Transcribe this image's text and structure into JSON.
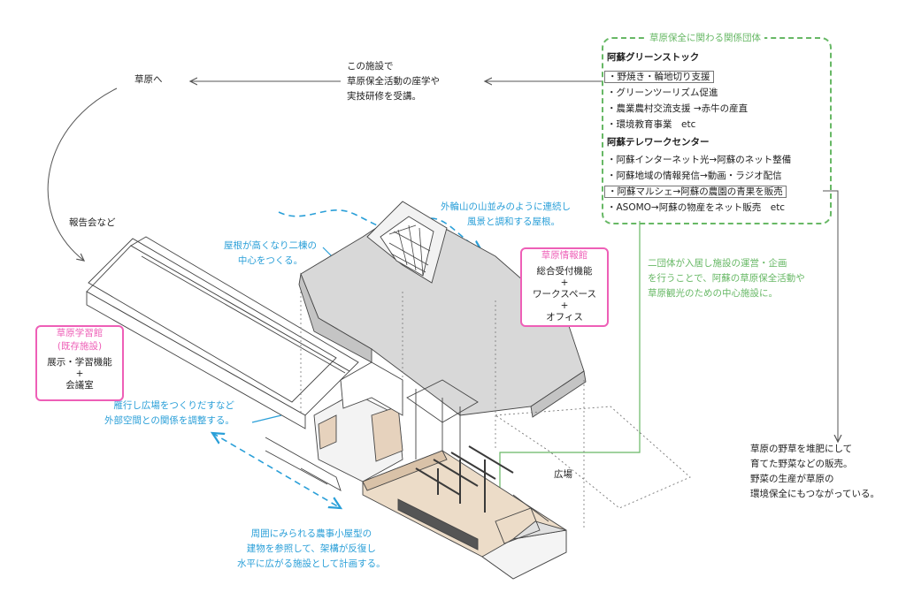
{
  "flow": {
    "to_grassland": "草原へ",
    "report": "報告会など",
    "lecture_lines": [
      "この施設で",
      "草原保全活動の座学や",
      "実技研修を受講。"
    ]
  },
  "organizations": {
    "title": "草原保全に関わる関係団体",
    "org1": {
      "name": "阿蘇グリーンストック",
      "items": [
        "・野焼き・輪地切り支援",
        "・グリーンツーリズム促進",
        "・農業農村交流支援 →赤牛の産直",
        "・環境教育事業　etc"
      ]
    },
    "org2": {
      "name": "阿蘇テレワークセンター",
      "items": [
        "・阿蘇インターネット光→阿蘇のネット整備",
        "・阿蘇地域の情報発信→動画・ラジオ配信",
        "・阿蘇マルシェ→阿蘇の農園の青果を販売",
        "・ASOMO→阿蘇の物産をネット販売　etc"
      ]
    }
  },
  "notes": {
    "roof_ridge": [
      "外輪山の山並みのように連続し",
      "風景と調和する屋根。"
    ],
    "roof_center": [
      "屋根が高くなり二棟の",
      "中心をつくる。"
    ],
    "plaza_relation": [
      "雁行し広場をつくりだすなど",
      "外部空間との関係を調整する。"
    ],
    "farm_shed": [
      "周囲にみられる農事小屋型の",
      "建物を参照して、架構が反復し",
      "水平に広がる施設として計画する。"
    ],
    "groups_center": [
      "二団体が入居し施設の運営・企画",
      "を行うことで、阿蘇の草原保全活動や",
      "草原観光のための中心施設に。"
    ],
    "vegetables": [
      "草原の野草を堆肥にして",
      "育てた野菜などの販売。",
      "野菜の生産が草原の",
      "環境保全にもつながっている。"
    ],
    "plaza": "広場"
  },
  "info_hall": {
    "title": "草原情報館",
    "lines": [
      "総合受付機能",
      "+",
      "ワークスペース",
      "+",
      "オフィス"
    ]
  },
  "learning_hall": {
    "title": "草原学習館",
    "subtitle": "(既存施設)",
    "lines": [
      "展示・学習機能",
      "+",
      "会議室"
    ]
  },
  "colors": {
    "accent_blue": "#2a9fd8",
    "accent_green": "#67b865",
    "accent_pink": "#ee5fb7"
  }
}
